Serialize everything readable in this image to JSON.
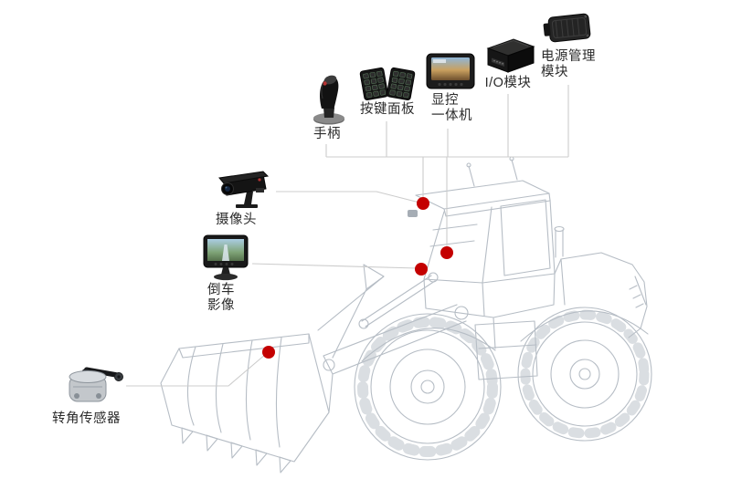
{
  "diagram": {
    "type": "equipment-annotation-diagram",
    "subject": "wheel-loader",
    "components": [
      {
        "id": "joystick",
        "icon": "joystick-icon",
        "label": "手柄"
      },
      {
        "id": "keypad",
        "icon": "keypad-icon",
        "label": "按键面板"
      },
      {
        "id": "display-unit",
        "icon": "display-unit-icon",
        "label": "显控\n一体机"
      },
      {
        "id": "io-module",
        "icon": "io-module-icon",
        "label": "I/O模块"
      },
      {
        "id": "power-module",
        "icon": "power-module-icon",
        "label": "电源管理\n模块"
      },
      {
        "id": "camera",
        "icon": "camera-icon",
        "label": "摄像头"
      },
      {
        "id": "reverse-monitor",
        "icon": "reverse-monitor-icon",
        "label": "倒车\n影像"
      },
      {
        "id": "angle-sensor",
        "icon": "angle-sensor-icon",
        "label": "转角传感器"
      }
    ],
    "colors": {
      "marker": "#c40000",
      "connector_line": "#cccccc",
      "vehicle_line": "#b6bdc5",
      "label_text": "#2b2b2b",
      "background": "#ffffff"
    }
  }
}
